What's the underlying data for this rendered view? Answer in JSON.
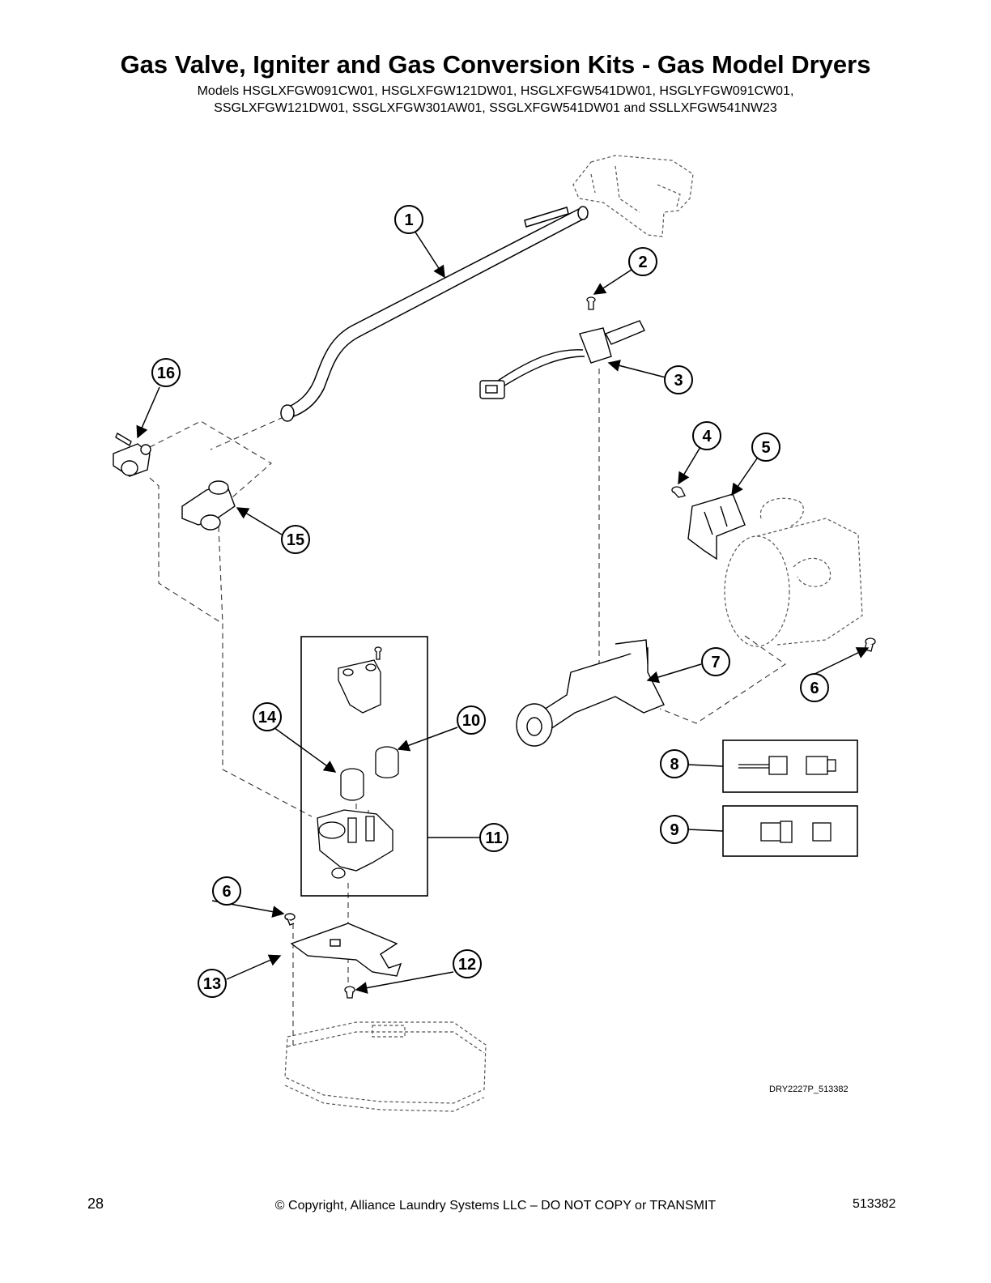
{
  "header": {
    "title": "Gas Valve, Igniter and Gas Conversion Kits - Gas Model Dryers",
    "models_line1": "Models HSGLXFGW091CW01, HSGLXFGW121DW01, HSGLXFGW541DW01, HSGLYFGW091CW01,",
    "models_line2": "SSGLXFGW121DW01, SSGLXFGW301AW01, SSGLXFGW541DW01 and SSLLXFGW541NW23"
  },
  "diagram": {
    "drawing_id": "DRY2227P_513382",
    "callouts": [
      "1",
      "2",
      "3",
      "4",
      "5",
      "6",
      "7",
      "6",
      "8",
      "9",
      "10",
      "11",
      "12",
      "13",
      "14",
      "6",
      "15",
      "16"
    ]
  },
  "footer": {
    "page_number": "28",
    "copyright": "© Copyright, Alliance Laundry Systems LLC – DO NOT COPY or TRANSMIT",
    "document_number": "513382"
  }
}
